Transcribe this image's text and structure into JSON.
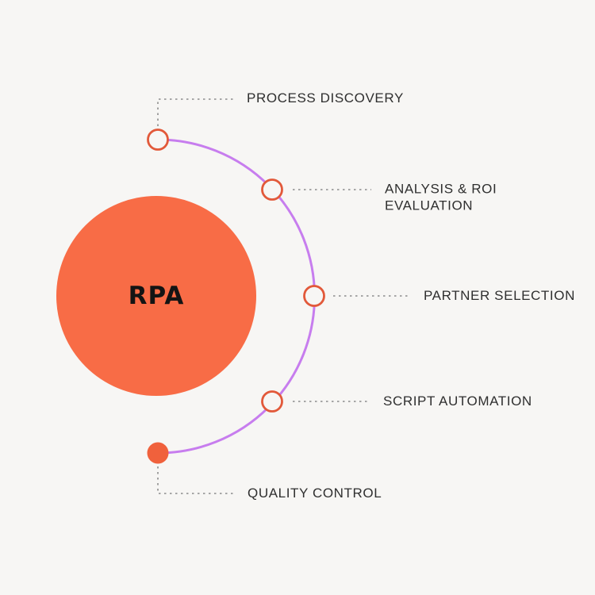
{
  "diagram": {
    "type": "process-infographic",
    "center": {
      "label": "RPA"
    },
    "steps": [
      {
        "id": "process-discovery",
        "label": "PROCESS DISCOVERY",
        "node_style": "ring"
      },
      {
        "id": "analysis-roi-evaluation",
        "label": "ANALYSIS & ROI EVALUATION",
        "node_style": "ring"
      },
      {
        "id": "partner-selection",
        "label": "PARTNER SELECTION",
        "node_style": "ring"
      },
      {
        "id": "script-automation",
        "label": "SCRIPT AUTOMATION",
        "node_style": "ring"
      },
      {
        "id": "quality-control",
        "label": "QUALITY CONTROL",
        "node_style": "filled"
      }
    ]
  },
  "colors": {
    "background": "#F7F6F4",
    "center_circle": "#F86C46",
    "node_ring": "#E2593A",
    "node_filled": "#F0613C",
    "arc": "#C77DEE",
    "connector": "#8C8C8C",
    "label_text": "#2F2F2F",
    "center_text": "#141414"
  }
}
